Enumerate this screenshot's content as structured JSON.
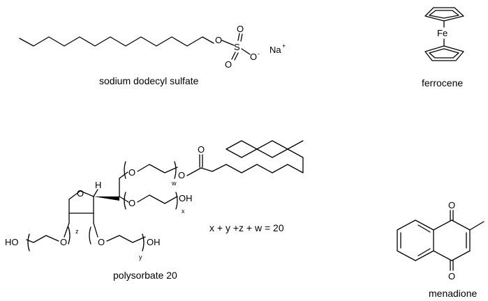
{
  "structures": {
    "sds": {
      "caption": "sodium dodecyl sulfate",
      "atoms": {
        "o_ester": "O",
        "s": "S",
        "o_top": "O",
        "o_bottom": "O",
        "o_minus": "O",
        "minus": "-",
        "na": "Na",
        "plus": "+"
      }
    },
    "ferrocene": {
      "caption": "ferrocene",
      "atoms": {
        "fe": "Fe"
      }
    },
    "polysorbate": {
      "caption": "polysorbate 20",
      "equation": "x + y +z + w = 20",
      "atoms": {
        "ring_o": "O",
        "h": "H",
        "ester_carbonyl_o": "O",
        "o_w_left": "O",
        "o_w_right": "O",
        "o_x": "O",
        "oh_x": "OH",
        "o_z": "O",
        "ho_z": "HO",
        "o_y": "O",
        "oh_y": "OH"
      },
      "subscripts": {
        "w": "w",
        "x": "x",
        "y": "y",
        "z": "z"
      }
    },
    "menadione": {
      "caption": "menadione",
      "atoms": {
        "o_top": "O",
        "o_bottom": "O"
      }
    }
  }
}
